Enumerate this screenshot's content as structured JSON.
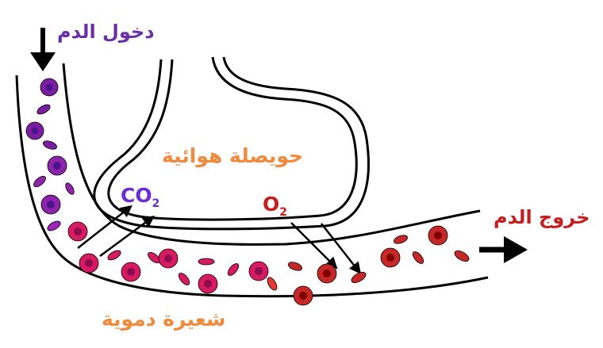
{
  "labels": {
    "blood_in": "دخول الدم",
    "blood_out": "خروج الدم",
    "alveolus": "حويصلة هوائية",
    "capillary": "شعيرة دموية",
    "co2_main": "CO",
    "co2_sub": "2",
    "o2_main": "O",
    "o2_sub": "2"
  },
  "colors": {
    "blood_in_text": "#6b2fa8",
    "blood_out_text": "#c41e1e",
    "organ_label_text": "#f08a3c",
    "co2_text": "#6a2bd8",
    "o2_text": "#c41e1e",
    "deoxygenated_cell": "#7b1fa2",
    "transition_cell": "#d81b60",
    "oxygenated_cell": "#c62828",
    "outline": "#000000"
  }
}
